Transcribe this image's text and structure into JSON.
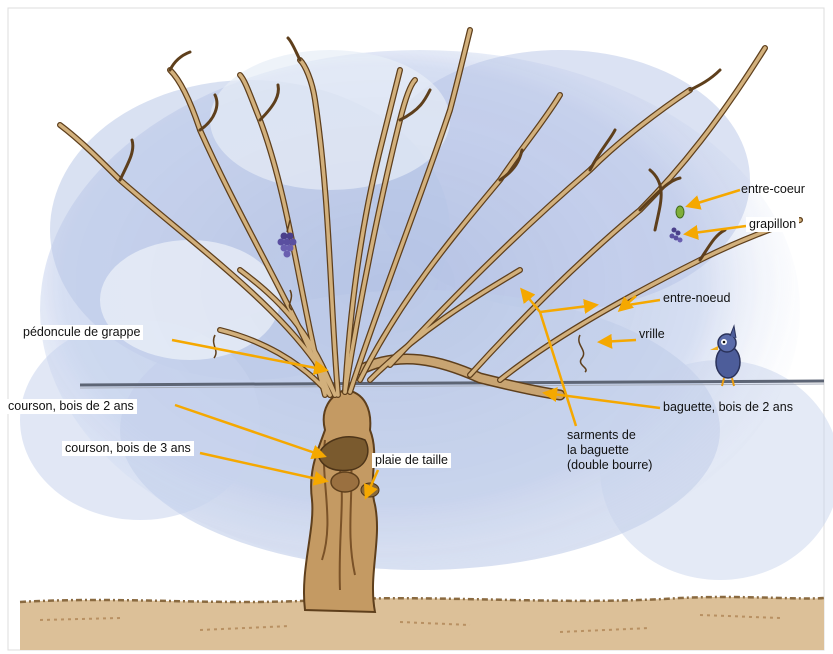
{
  "labels": {
    "entre_coeur": "entre-coeur",
    "grapillon": "grapillon",
    "entre_noeud": "entre-noeud",
    "vrille": "vrille",
    "baguette": "baguette, bois de 2 ans",
    "sarments_line1": "sarments de",
    "sarments_line2": "la baguette",
    "sarments_line3": "(double bourre)",
    "pedoncule": "pédoncule de grappe",
    "courson_2": "courson, bois de 2 ans",
    "courson_3": "courson, bois de 3 ans",
    "plaie": "plaie de taille"
  },
  "colors": {
    "arrow": "#f5a800",
    "wood": "#c9a877",
    "wood_dark": "#7a5a2e",
    "sky": "#c7d3ec",
    "ground": "#d9b98a",
    "wire": "#6b7383"
  },
  "icons": {
    "bird": "bird-icon",
    "grapes": "grape-cluster-icon"
  }
}
